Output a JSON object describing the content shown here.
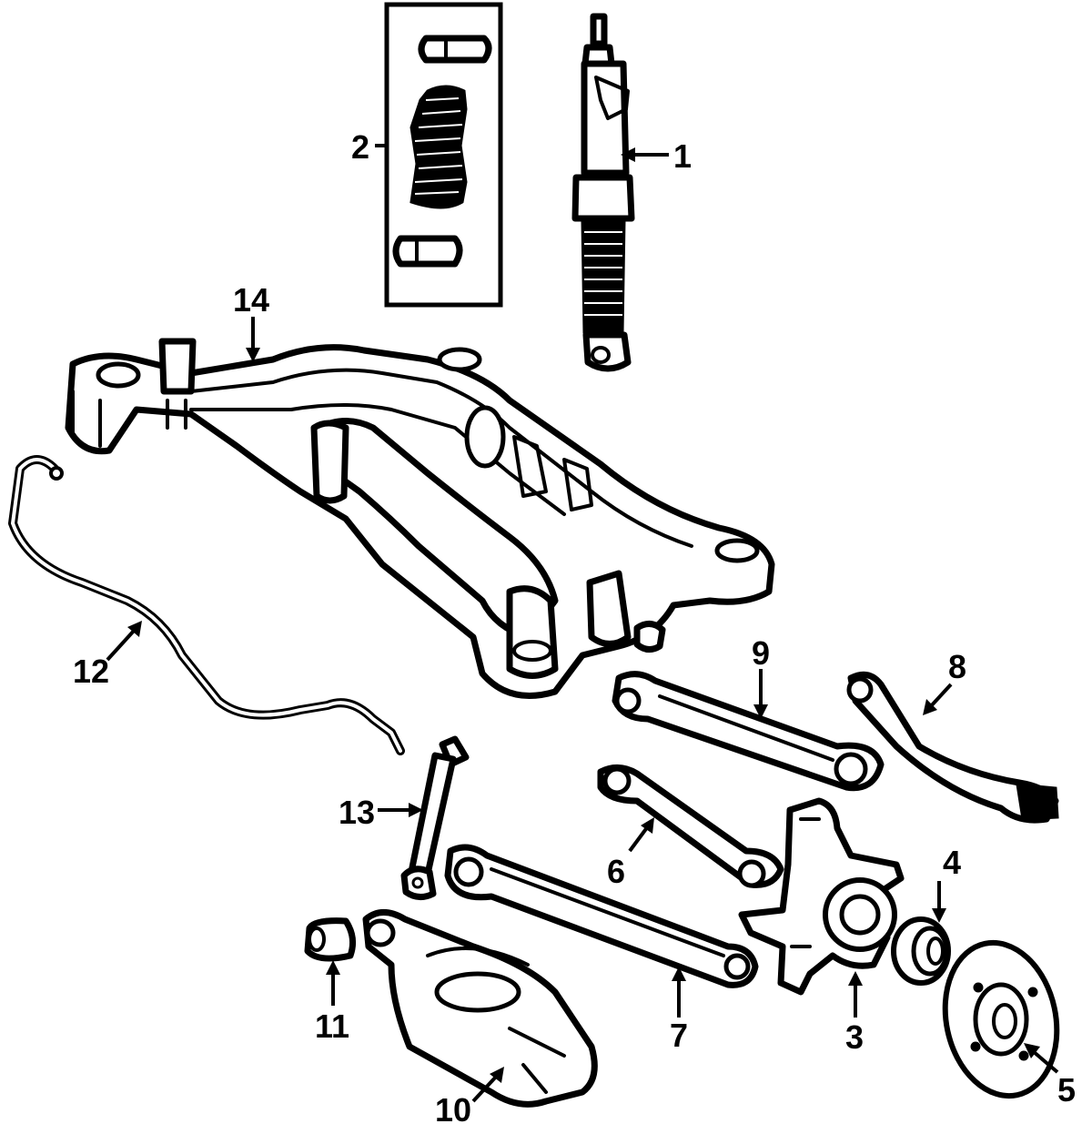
{
  "diagram": {
    "callouts": [
      {
        "id": "1",
        "label": "1"
      },
      {
        "id": "2",
        "label": "2"
      },
      {
        "id": "3",
        "label": "3"
      },
      {
        "id": "4",
        "label": "4"
      },
      {
        "id": "5",
        "label": "5"
      },
      {
        "id": "6",
        "label": "6"
      },
      {
        "id": "7",
        "label": "7"
      },
      {
        "id": "8",
        "label": "8"
      },
      {
        "id": "9",
        "label": "9"
      },
      {
        "id": "10",
        "label": "10"
      },
      {
        "id": "11",
        "label": "11"
      },
      {
        "id": "12",
        "label": "12"
      },
      {
        "id": "13",
        "label": "13"
      },
      {
        "id": "14",
        "label": "14"
      }
    ]
  },
  "colors": {
    "line": "#000000",
    "background": "#ffffff"
  }
}
